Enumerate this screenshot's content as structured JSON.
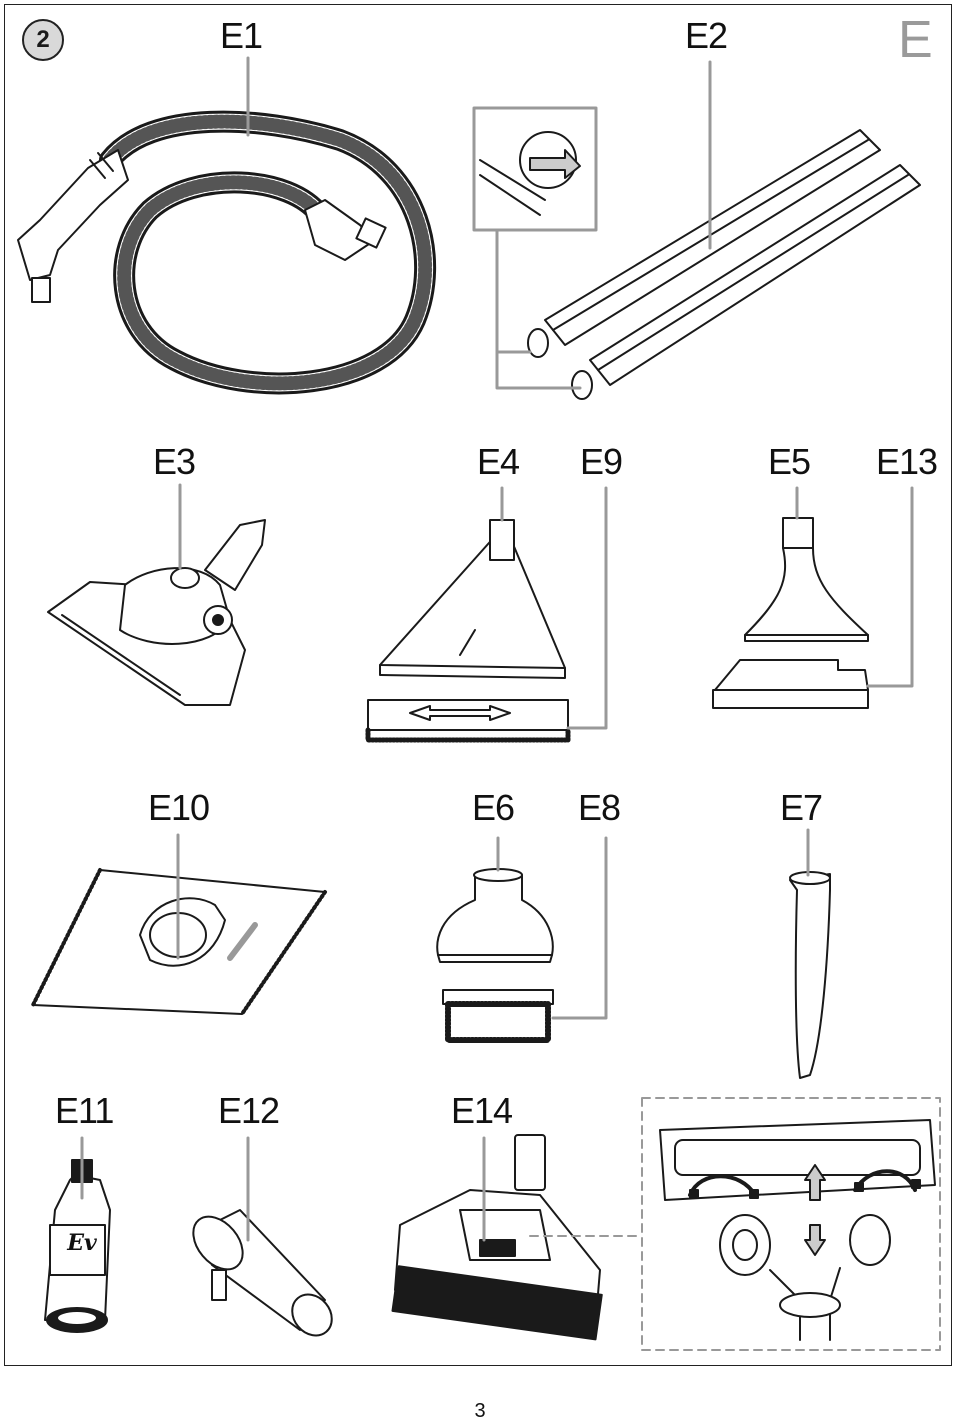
{
  "page": {
    "figure_number": "2",
    "section_letter": "E",
    "page_number": "3"
  },
  "labels": {
    "e1": "E1",
    "e2": "E2",
    "e3": "E3",
    "e4": "E4",
    "e9": "E9",
    "e5": "E5",
    "e13": "E13",
    "e10": "E10",
    "e6": "E6",
    "e8": "E8",
    "e7": "E7",
    "e11": "E11",
    "e12": "E12",
    "e14": "E14"
  },
  "bottle_text": "Ev"
}
